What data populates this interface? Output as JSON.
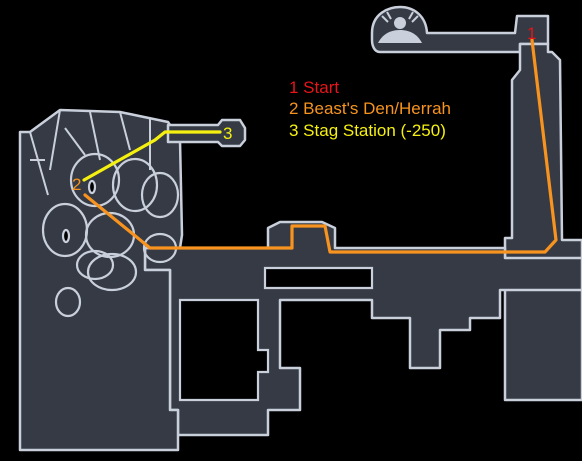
{
  "map": {
    "colors": {
      "background": "#000000",
      "room_fill": "#353a44",
      "room_outline": "#c9d0dc",
      "route_main": "#f7931e",
      "route_side": "#f5f00f",
      "start": "#e8141a"
    },
    "markers": [
      {
        "id": "start",
        "label": "1",
        "color": "#e8141a"
      },
      {
        "id": "beasts-den",
        "label": "2",
        "color": "#f7931e"
      },
      {
        "id": "stag-station",
        "label": "3",
        "color": "#f5f00f"
      }
    ],
    "legend": [
      {
        "text": "1 Start",
        "color": "#e8141a"
      },
      {
        "text": "2 Beast's Den/Herrah",
        "color": "#f7931e"
      },
      {
        "text": "3 Stag Station (-250)",
        "color": "#f5f00f"
      }
    ],
    "icons": [
      "stag-station-icon",
      "bench-icon"
    ]
  }
}
